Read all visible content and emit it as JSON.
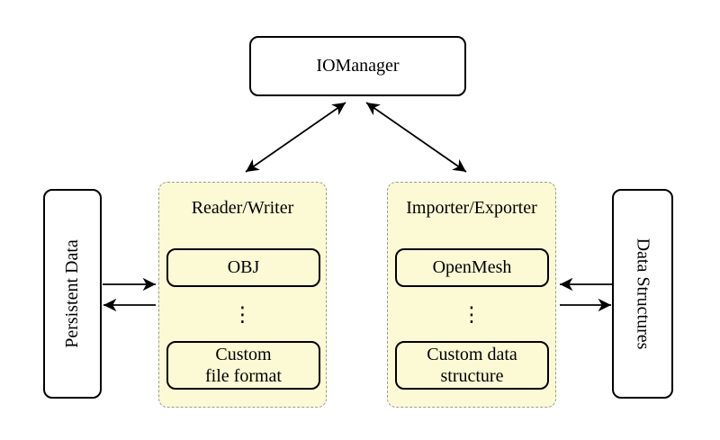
{
  "colors": {
    "group_fill": "#FCFAD4",
    "group_border": "#999999",
    "node_border": "#000000",
    "node_fill": "#FFFFFF",
    "arrow": "#000000"
  },
  "nodes": {
    "io_manager": {
      "label": "IOManager"
    },
    "persistent_data": {
      "label": "Persistent Data"
    },
    "data_structures": {
      "label": "Data Structures"
    },
    "reader_writer": {
      "title": "Reader/Writer",
      "top_item": "OBJ",
      "dots": "⋮",
      "bottom_item": "Custom\nfile format"
    },
    "importer_exporter": {
      "title": "Importer/Exporter",
      "top_item": "OpenMesh",
      "dots": "⋮",
      "bottom_item": "Custom data\nstructure"
    }
  }
}
